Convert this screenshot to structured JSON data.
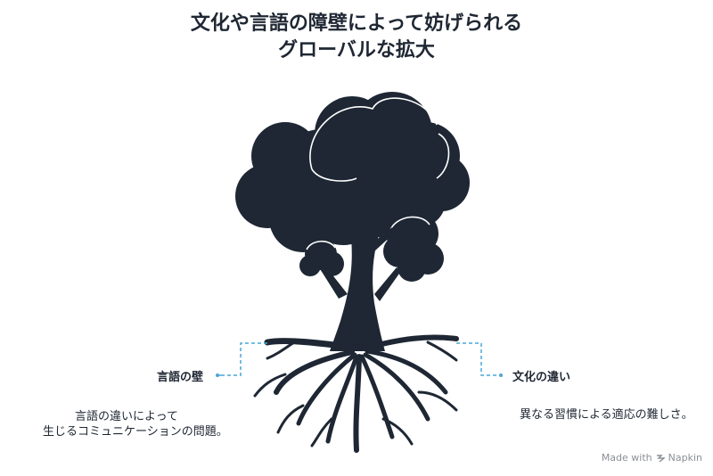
{
  "title": {
    "line1": "文化や言語の障壁によって妨げられる",
    "line2": "グローバルな拡大"
  },
  "left_branch": {
    "label": "言語の壁",
    "description_line1": "言語の違いによって",
    "description_line2": "生じるコミュニケーションの問題。"
  },
  "right_branch": {
    "label": "文化の違い",
    "description": "異なる習慣による適応の難しさ。"
  },
  "watermark": {
    "prefix": "Made with",
    "brand": "Napkin",
    "icon": "napkin-logo-icon"
  },
  "colors": {
    "tree": "#1e2733",
    "connector": "#4aa6d6",
    "text": "#1f2733",
    "watermark": "#8a8f96"
  }
}
